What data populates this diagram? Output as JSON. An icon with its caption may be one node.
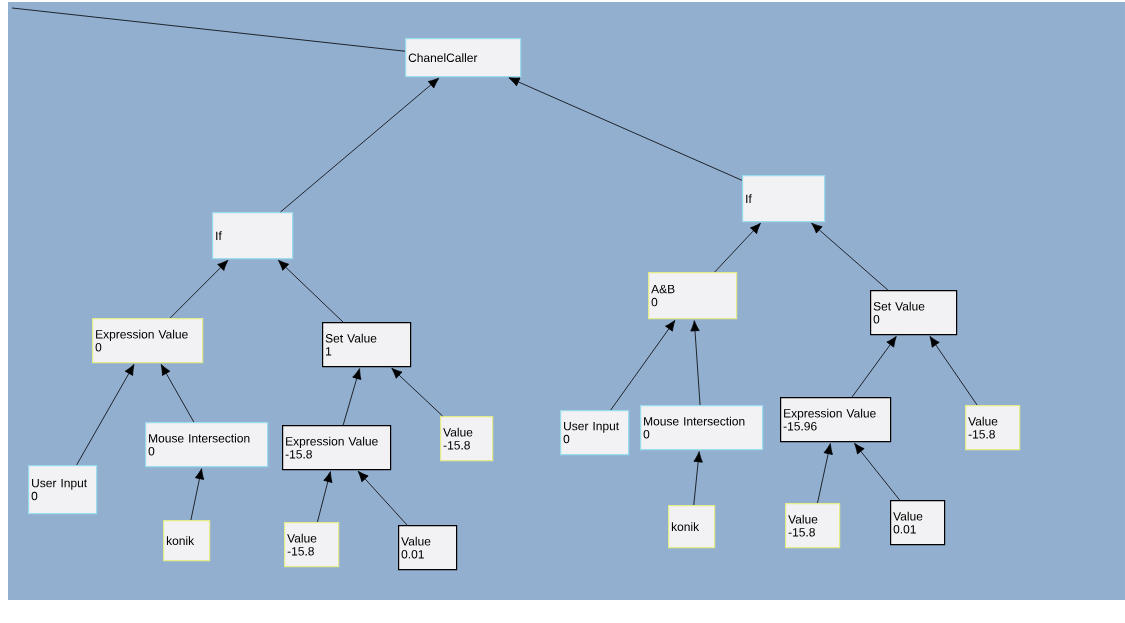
{
  "diagram": {
    "nodes": [
      {
        "text": [
          "ChanelCaller"
        ]
      },
      {
        "text": [
          "If"
        ]
      },
      {
        "text": [
          "If"
        ]
      },
      {
        "text": [
          "Expression Value",
          "0"
        ]
      },
      {
        "text": [
          "Set Value",
          "1"
        ]
      },
      {
        "text": [
          "User Input",
          "0"
        ]
      },
      {
        "text": [
          "Mouse Intersection",
          "0"
        ]
      },
      {
        "text": [
          "Expression Value",
          "-15.8"
        ]
      },
      {
        "text": [
          "Value",
          "-15.8"
        ]
      },
      {
        "text": [
          "konik"
        ]
      },
      {
        "text": [
          "Value",
          "-15.8"
        ]
      },
      {
        "text": [
          "Value",
          "0.01"
        ]
      },
      {
        "text": [
          "A&B",
          "0"
        ]
      },
      {
        "text": [
          "Set Value",
          "0"
        ]
      },
      {
        "text": [
          "User Input",
          "0"
        ]
      },
      {
        "text": [
          "Mouse Intersection",
          "0"
        ]
      },
      {
        "text": [
          "Expression Value",
          "-15.96"
        ]
      },
      {
        "text": [
          "Value",
          "-15.8"
        ]
      },
      {
        "text": [
          "konik"
        ]
      },
      {
        "text": [
          "Value",
          "-15.8"
        ]
      },
      {
        "text": [
          "Value",
          "0.01"
        ]
      }
    ],
    "edges": [
      {
        "from": null,
        "to": 0,
        "arrow": "none"
      },
      {
        "from": 1,
        "to": 0,
        "arrow": "to"
      },
      {
        "from": 2,
        "to": 0,
        "arrow": "to"
      },
      {
        "from": 3,
        "to": 1,
        "arrow": "to"
      },
      {
        "from": 4,
        "to": 1,
        "arrow": "to"
      },
      {
        "from": 5,
        "to": 3,
        "arrow": "to"
      },
      {
        "from": 6,
        "to": 3,
        "arrow": "to"
      },
      {
        "from": 9,
        "to": 6,
        "arrow": "to"
      },
      {
        "from": 7,
        "to": 4,
        "arrow": "to"
      },
      {
        "from": 8,
        "to": 4,
        "arrow": "to"
      },
      {
        "from": 10,
        "to": 7,
        "arrow": "to"
      },
      {
        "from": 11,
        "to": 7,
        "arrow": "to"
      },
      {
        "from": 12,
        "to": 2,
        "arrow": "to"
      },
      {
        "from": 13,
        "to": 2,
        "arrow": "to"
      },
      {
        "from": 14,
        "to": 12,
        "arrow": "to"
      },
      {
        "from": 15,
        "to": 12,
        "arrow": "to"
      },
      {
        "from": 18,
        "to": 15,
        "arrow": "to"
      },
      {
        "from": 16,
        "to": 13,
        "arrow": "to"
      },
      {
        "from": 17,
        "to": 13,
        "arrow": "to"
      },
      {
        "from": 19,
        "to": 16,
        "arrow": "to"
      },
      {
        "from": 20,
        "to": 16,
        "arrow": "to"
      }
    ]
  }
}
